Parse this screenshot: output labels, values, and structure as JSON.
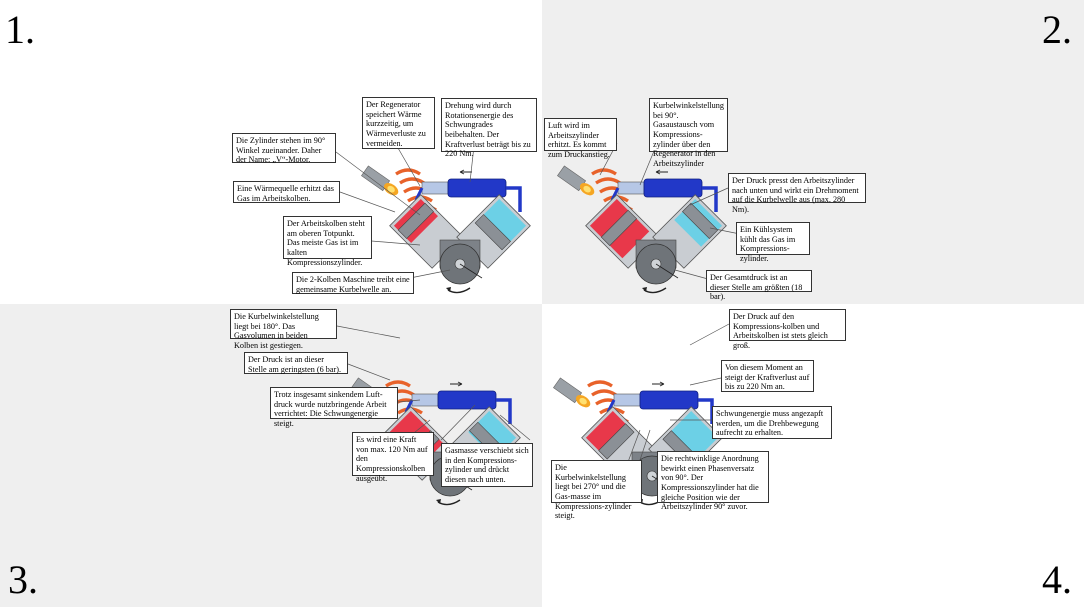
{
  "panels": [
    {
      "number": "1.",
      "callouts": [
        "Der Regenerator speichert Wärme kurzzeitig, um Wärmeverluste zu vermeiden.",
        "Drehung wird durch Rotationsenergie des Schwungrades beibehalten. Der Kraftverlust beträgt bis zu 220 Nm.",
        "Die Zylinder stehen im 90° Winkel zueinander. Daher der Name: „V“-Motor.",
        "Eine Wärmequelle erhitzt das Gas im Arbeitskolben.",
        "Der Arbeitskolben steht am oberen Totpunkt. Das meiste Gas ist im kalten Kompressionszylinder.",
        "Die 2-Kolben Maschine treibt eine gemeinsame Kurbelwelle an."
      ]
    },
    {
      "number": "2.",
      "callouts": [
        "Luft wird im Arbeitszylinder erhitzt. Es kommt zum Druckanstieg.",
        "Kurbelwinkelstellung bei 90°. Gasaustausch vom Kompressions-zylinder über den Regenerator in den Arbeitszylinder",
        "Der Druck presst den Arbeitszylinder nach unten und wirkt ein Drehmoment auf die Kurbelwelle aus (max. 280 Nm).",
        "Ein Kühlsystem kühlt das Gas im Kompressions-zylinder.",
        "Der Gesamtdruck ist an dieser Stelle am größten (18 bar)."
      ]
    },
    {
      "number": "3.",
      "callouts": [
        "Die Kurbelwinkelstellung liegt bei 180°. Das Gasvolumen in beiden Kolben ist gestiegen.",
        "Der Druck ist an dieser Stelle am geringsten (6 bar).",
        "Trotz insgesamt sinkendem Luft-druck wurde nutzbringende Arbeit verrichtet: Die Schwungenergie steigt.",
        "Es wird eine Kraft von max. 120 Nm auf den Kompressionskolben ausgeübt.",
        "Gasmasse verschiebt sich in den Kompressions-zylinder und drückt diesen nach unten."
      ]
    },
    {
      "number": "4.",
      "callouts": [
        "Der Druck auf den Kompressions-kolben und Arbeitskolben ist stets gleich groß.",
        "Von diesem Moment an steigt der Kraftverlust auf bis zu 220 Nm an.",
        "Schwungenergie muss angezapft werden, um die Drehbewegung aufrecht zu erhalten.",
        "Die rechtwinklige Anordnung bewirkt einen Phasenversatz von 90°. Der Kompressionszylinder hat die gleiche Position wie der Arbeitszylinder 90° zuvor.",
        "Die Kurbelwinkelstellung liegt bei 270° und die Gas-masse im Kompressions-zylinder steigt."
      ]
    }
  ]
}
